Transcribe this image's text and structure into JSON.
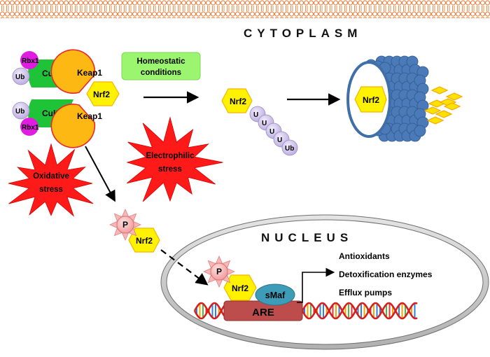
{
  "labels": {
    "cytoplasm": "CYTOPLASM",
    "nucleus": "NUCLEUS",
    "homeostatic": [
      "Homeostatic",
      "conditions"
    ],
    "oxidative": [
      "Oxidative",
      "stress"
    ],
    "electrophilic": [
      "Electrophilic",
      "stress"
    ],
    "rbx1_top": "Rbx1",
    "rbx1_bottom": "Rbx1",
    "ub_top": "Ub",
    "ub_bottom": "Ub",
    "cul3_top": "Cul3",
    "cul3_bottom": "Cul3",
    "keap1_top": "Keap1",
    "keap1_bottom": "Keap1",
    "nrf2": "Nrf2",
    "ub": "Ub",
    "ub_partial": "U",
    "phospho": "P",
    "smaf": "sMaf",
    "are": "ARE",
    "targets": [
      "Antioxidants",
      "Detoxification enzymes",
      "Efflux pumps"
    ]
  },
  "colors": {
    "membrane": "#e8894a",
    "keap1": "#fdb813",
    "keap1_border": "#e8282a",
    "cul3": "#1ec337",
    "rbx1": "#e01ce0",
    "ub": "#cfc4ea",
    "nrf2": "#fff200",
    "nrf2_border": "#f5b400",
    "homeostatic_box": "#9cf56f",
    "stress_burst": "#ff1a1a",
    "proteasome": "#4a7ab8",
    "phospho": "#f9b6b6",
    "smaf": "#3d9db8",
    "are": "#bd4c4c",
    "nuclear_envelope": "#c8c8c8"
  }
}
